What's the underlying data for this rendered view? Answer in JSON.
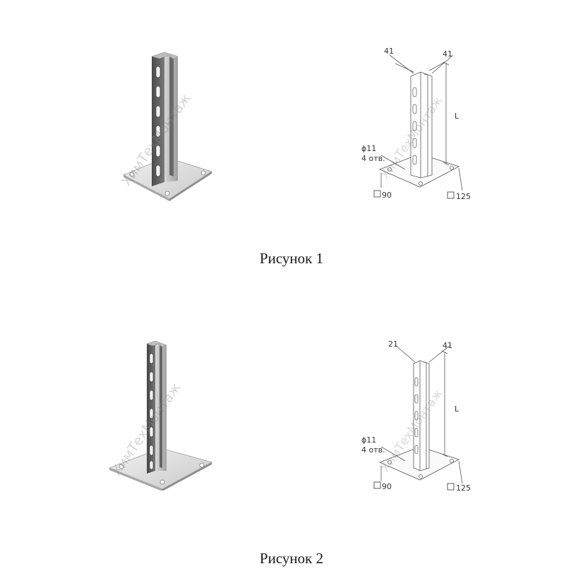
{
  "watermark": "ХимТехМонтаж",
  "figures": [
    {
      "caption": "Рисунок 1",
      "dims": {
        "width_a": "41",
        "width_b": "41",
        "length": "L",
        "hole": "ϕ11",
        "holes_count": "4 отв.",
        "plate_inner": "90",
        "plate_outer": "125"
      }
    },
    {
      "caption": "Рисунок 2",
      "dims": {
        "width_a": "21",
        "width_b": "41",
        "length": "L",
        "hole": "ϕ11",
        "holes_count": "4 отв.",
        "plate_inner": "90",
        "plate_outer": "125"
      }
    }
  ]
}
